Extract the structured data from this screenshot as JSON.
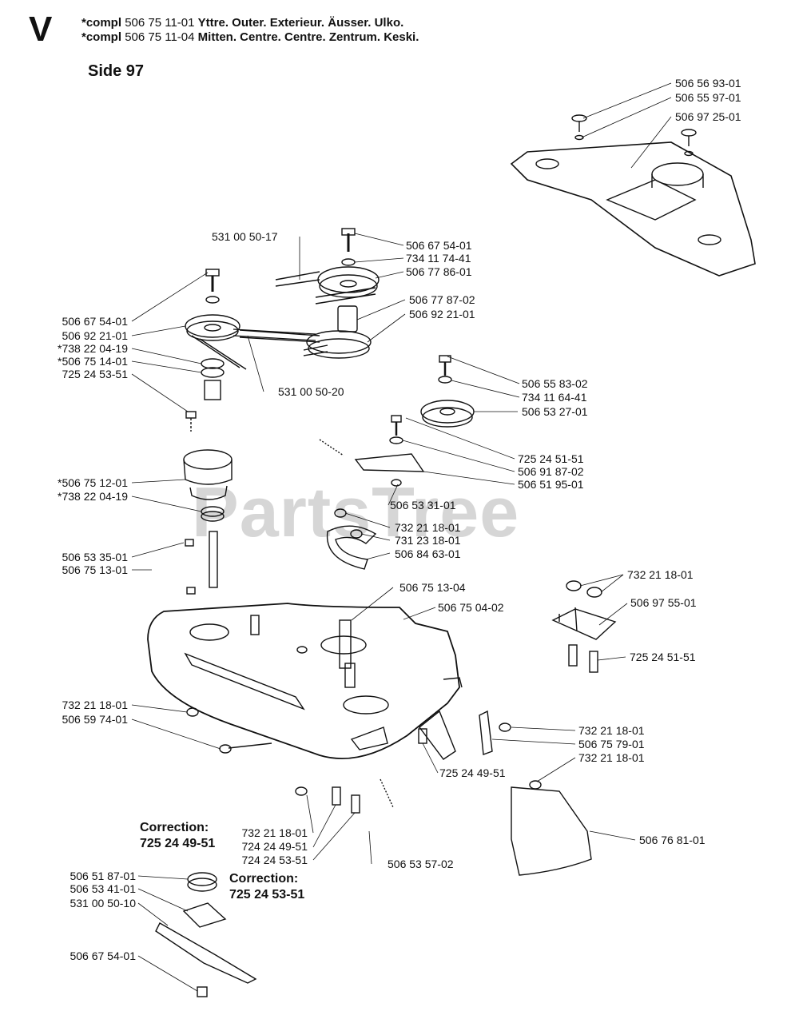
{
  "header": {
    "letter": "V",
    "line1": {
      "prefix": "*compl",
      "part": "506 75 11-01",
      "desc": "Yttre. Outer. Exterieur. Äusser. Ulko."
    },
    "line2": {
      "prefix": "*compl",
      "part": "506 75 11-04",
      "desc": "Mitten. Centre. Centre. Zentrum. Keski."
    },
    "side": "Side 97"
  },
  "watermark": "PartsTree",
  "corrections": [
    {
      "title": "Correction:",
      "value": "725 24 49-51"
    },
    {
      "title": "Correction:",
      "value": "725 24 53-51"
    }
  ],
  "labels": {
    "cover": [
      "506 56 93-01",
      "506 55 97-01",
      "506 97 25-01"
    ],
    "upper_pulley": [
      "531 00 50-17",
      "506 67 54-01",
      "734 11 74-41",
      "506 77 86-01",
      "506 77 87-02",
      "506 92 21-01"
    ],
    "left_spindle": [
      "506 67 54-01",
      "506 92 21-01",
      "*738 22 04-19",
      "*506 75 14-01",
      "725 24 53-51"
    ],
    "belt": "531 00 50-20",
    "idler": [
      "506 55 83-02",
      "734 11 64-41",
      "506 53 27-01",
      "725 24 51-51",
      "506 91 87-02",
      "506 51 95-01",
      "506 53 31-01"
    ],
    "left_housing": [
      "*506 75 12-01",
      "*738 22 04-19",
      "506 53 35-01",
      "506 75 13-01"
    ],
    "center": [
      "732 21 18-01",
      "731 23 18-01",
      "506 84 63-01",
      "506 75 13-04",
      "506 75 04-02"
    ],
    "bracket": [
      "732 21 18-01",
      "506 97 55-01",
      "725 24 51-51"
    ],
    "deck_left": [
      "732 21 18-01",
      "506 59 74-01"
    ],
    "deck_right": [
      "732 21 18-01",
      "506 75 79-01",
      "725 24 49-51",
      "732 21 18-01",
      "506 76 81-01"
    ],
    "bottom": [
      "732 21 18-01",
      "724 24 49-51",
      "724 24 53-51",
      "506 53 57-02"
    ],
    "blade": [
      "506 51 87-01",
      "506 53 41-01",
      "531 00 50-10",
      "506 67 54-01"
    ]
  }
}
